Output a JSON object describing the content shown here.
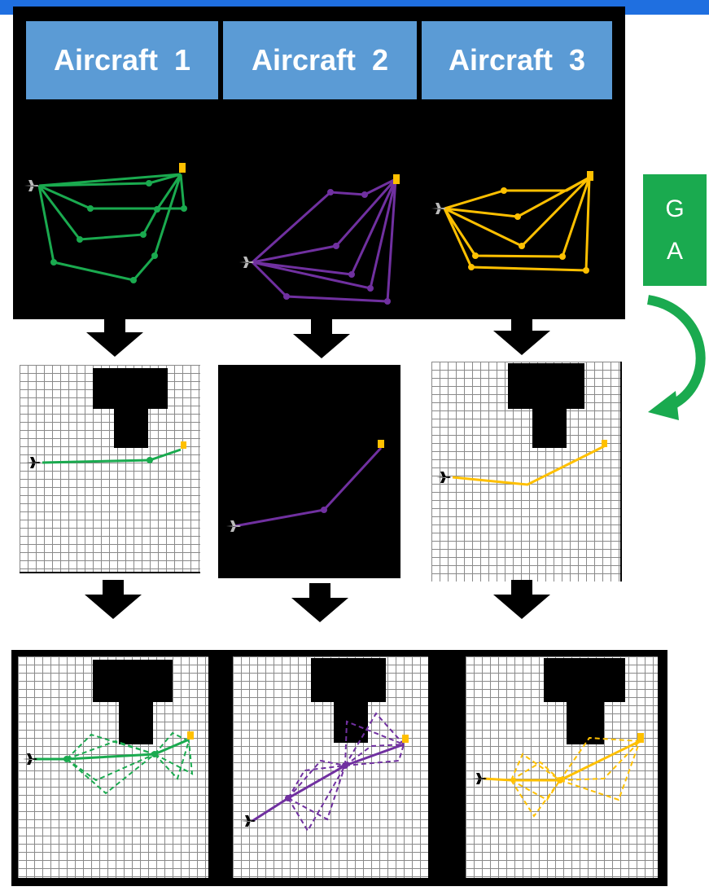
{
  "headers": [
    {
      "label": "Aircraft  1"
    },
    {
      "label": "Aircraft  2"
    },
    {
      "label": "Aircraft  3"
    }
  ],
  "ga_label": {
    "line1": "G",
    "line2": "A"
  },
  "colors": {
    "aircraft1": "#1aaa4f",
    "aircraft2": "#7030a0",
    "aircraft3": "#ffc000",
    "header_bg": "#5b9bd5",
    "ga_box": "#1aaa4f",
    "goal_marker": "#ffc000",
    "panel_bg": "#000000"
  },
  "icons": [
    "aircraft-icon",
    "goal-marker-icon",
    "down-arrow-icon",
    "curved-arrow-icon"
  ]
}
